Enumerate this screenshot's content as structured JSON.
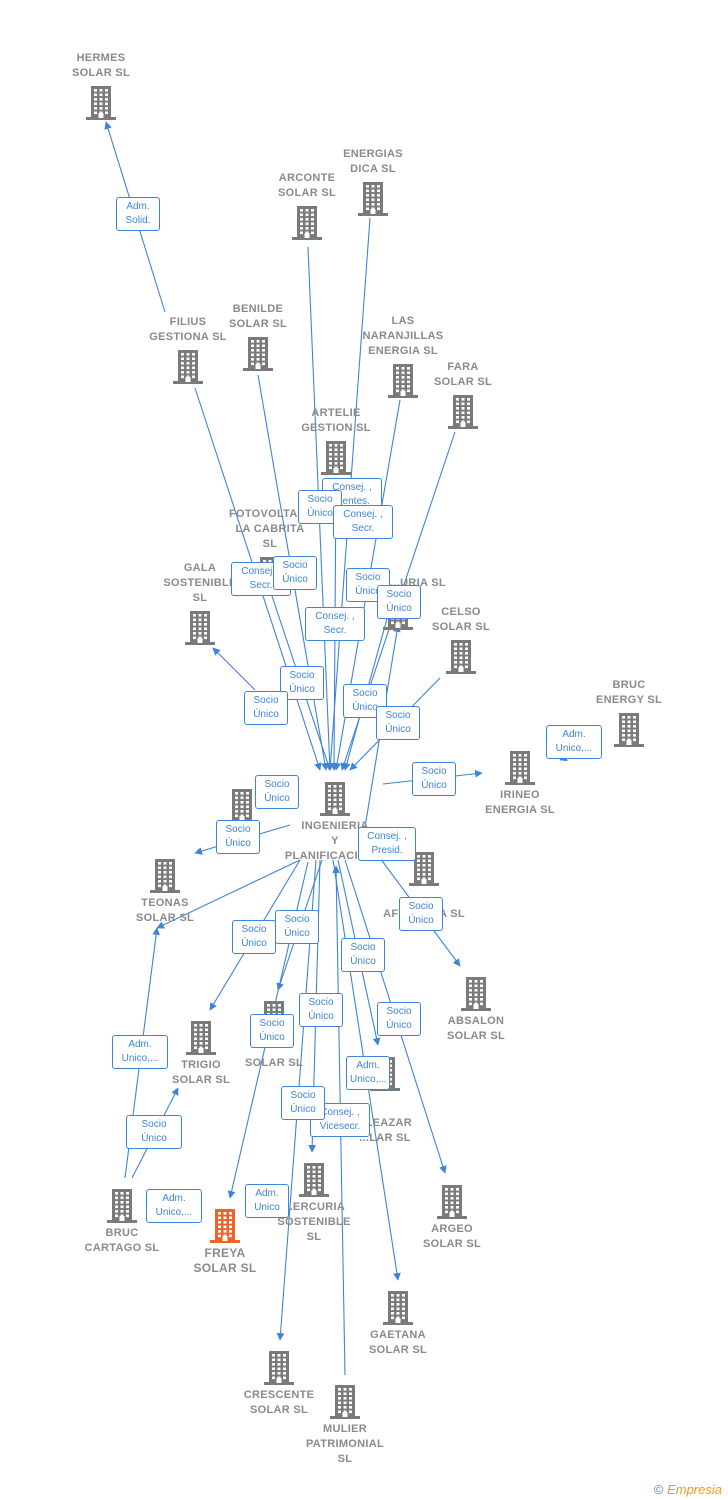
{
  "diagram": {
    "title": "",
    "colors": {
      "edge": "#3d85d8",
      "building": "#7a7a7a",
      "highlight": "#f0622b",
      "label": "#8a8a8a"
    },
    "nodes": [
      {
        "id": "hermes",
        "lines": [
          "HERMES",
          "SOLAR SL"
        ]
      },
      {
        "id": "energias",
        "lines": [
          "ENERGIAS",
          "DICA SL"
        ]
      },
      {
        "id": "arconte",
        "lines": [
          "ARCONTE",
          "SOLAR SL"
        ]
      },
      {
        "id": "filius",
        "lines": [
          "FILIUS",
          "GESTIONA SL"
        ]
      },
      {
        "id": "benilde",
        "lines": [
          "BENILDE",
          "SOLAR SL"
        ]
      },
      {
        "id": "naranjillas",
        "lines": [
          "LAS",
          "NARANJILLAS",
          "ENERGIA SL"
        ]
      },
      {
        "id": "fara",
        "lines": [
          "FARA",
          "SOLAR SL"
        ]
      },
      {
        "id": "artelie",
        "lines": [
          "ARTELIE",
          "GESTION SL"
        ]
      },
      {
        "id": "fotovoltaica",
        "lines": [
          "FOTOVOLTAI...",
          "LA CABRITA",
          "SL"
        ]
      },
      {
        "id": "gala",
        "lines": [
          "GALA",
          "SOSTENIBLE",
          "SL"
        ]
      },
      {
        "id": "uria",
        "lines": [
          "...URIA SL"
        ]
      },
      {
        "id": "celso",
        "lines": [
          "CELSO",
          "SOLAR SL"
        ]
      },
      {
        "id": "bruc_energy",
        "lines": [
          "BRUC",
          "ENERGY SL"
        ]
      },
      {
        "id": "irineo",
        "lines": [
          "IRINEO",
          "ENERGIA SL"
        ]
      },
      {
        "id": "ingenieria",
        "lines": [
          "INGENIERIA",
          "Y",
          "PLANIFICACION..."
        ]
      },
      {
        "id": "left_sl",
        "lines": [
          "...SL"
        ]
      },
      {
        "id": "teonas",
        "lines": [
          "TEONAS",
          "SOLAR SL"
        ]
      },
      {
        "id": "afrajuma",
        "lines": [
          "AFRAJUMA SL"
        ]
      },
      {
        "id": "absalon",
        "lines": [
          "ABSALON",
          "SOLAR SL"
        ]
      },
      {
        "id": "trigio",
        "lines": [
          "TRIGIO",
          "SOLAR SL"
        ]
      },
      {
        "id": "solar_mid",
        "lines": [
          "SOLAR SL"
        ]
      },
      {
        "id": "eleazar",
        "lines": [
          "ELEAZAR",
          "...LAR SL"
        ]
      },
      {
        "id": "bruc_cartago",
        "lines": [
          "BRUC",
          "CARTAGO SL"
        ]
      },
      {
        "id": "freya",
        "lines": [
          "FREYA",
          "SOLAR SL"
        ]
      },
      {
        "id": "mercuria",
        "lines": [
          "...ERCURIA",
          "SOSTENIBLE",
          "SL"
        ]
      },
      {
        "id": "argeo",
        "lines": [
          "ARGEO",
          "SOLAR SL"
        ]
      },
      {
        "id": "gaetana",
        "lines": [
          "GAETANA",
          "SOLAR SL"
        ]
      },
      {
        "id": "crescente",
        "lines": [
          "CRESCENTE",
          "SOLAR SL"
        ]
      },
      {
        "id": "mulier",
        "lines": [
          "MULIER",
          "PATRIMONIAL",
          "SL"
        ]
      }
    ],
    "tags": [
      "Adm.\nSolid.",
      "Consej. ,\n...entes.",
      "Socio\nÚnico",
      "Consej. ,\nSecr.",
      "Consej. ,\nSecr.",
      "Socio\nÚnico",
      "Socio\nÚnico",
      "Socio\nÚnico",
      "Consej. ,\nSecr.",
      "Socio\nÚnico",
      "Socio\nÚnico",
      "Socio\nÚnico",
      "Socio\nÚnico",
      "Adm.\nUnico,...",
      "Socio\nÚnico",
      "Socio\nÚnico",
      "Socio\nÚnico",
      "Consej. ,\nPresid.",
      "Socio\nÚnico",
      "Socio\nÚnico",
      "Socio\nÚnico",
      "Socio\nÚnico",
      "Socio\nÚnico",
      "Socio\nÚnico",
      "Socio\nÚnico",
      "Adm.\nUnico,...",
      "Socio\nÚnico",
      "Adm.\nUnico,...",
      "Consej. ,\nVicesecr.",
      "Socio\nÚnico",
      "Adm.\nUnico,...",
      "Adm.\nUnico",
      "Socio\nÚnico"
    ],
    "copyright": "©",
    "brand": "Empresia"
  }
}
